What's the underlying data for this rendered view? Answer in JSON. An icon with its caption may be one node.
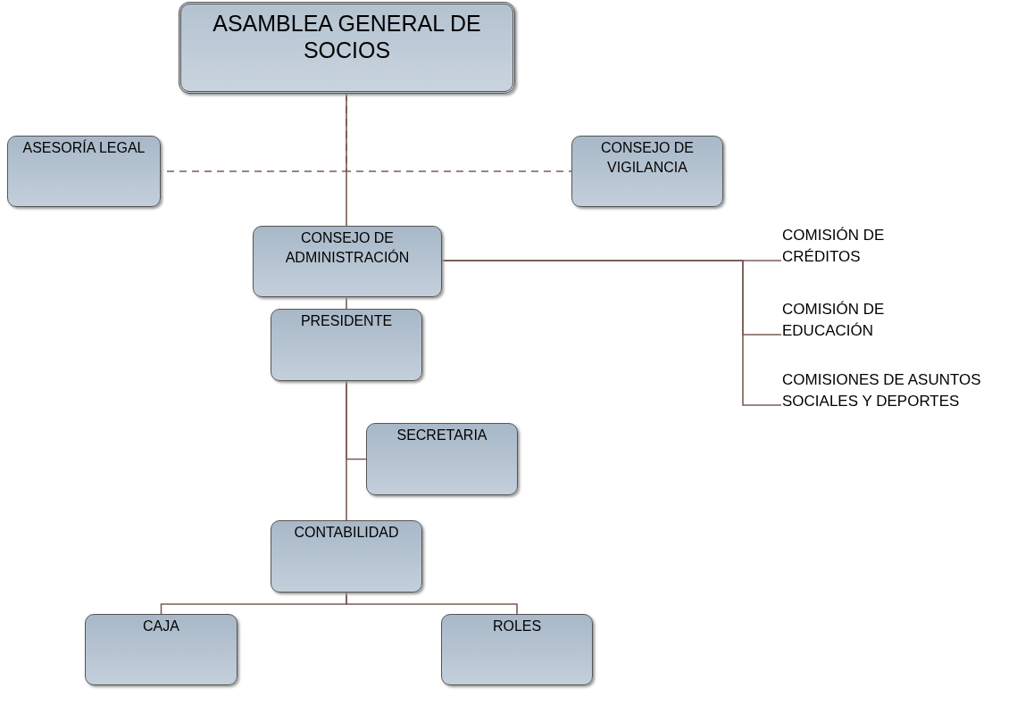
{
  "diagram": {
    "nodes": [
      {
        "text": [
          "ASAMBLEA GENERAL DE SOCIOS"
        ]
      },
      {
        "text": [
          "ASESORÍA LEGAL"
        ]
      },
      {
        "text": [
          "CONSEJO DE VIGILANCIA"
        ]
      },
      {
        "text": [
          "CONSEJO DE ADMINISTRACIÓN"
        ]
      },
      {
        "text": [
          "PRESIDENTE"
        ]
      },
      {
        "text": [
          "SECRETARIA"
        ]
      },
      {
        "text": [
          "CONTABILIDAD"
        ]
      },
      {
        "text": [
          "CAJA"
        ]
      },
      {
        "text": [
          "ROLES"
        ]
      },
      {
        "text": [
          "COMISIÓN DE CRÉDITOS"
        ]
      },
      {
        "text": [
          "COMISIÓN DE EDUCACIÓN"
        ]
      },
      {
        "text": [
          "COMISIONES DE ASUNTOS SOCIALES Y DEPORTES"
        ]
      }
    ],
    "edges": [
      {
        "from": 0,
        "to": 3,
        "arrow": "none"
      },
      {
        "from": 0,
        "to": 1,
        "arrow": "none",
        "style": "dashed"
      },
      {
        "from": 0,
        "to": 2,
        "arrow": "none",
        "style": "dashed"
      },
      {
        "from": 3,
        "to": 4,
        "arrow": "none"
      },
      {
        "from": 3,
        "to": 9,
        "arrow": "none"
      },
      {
        "from": 3,
        "to": 10,
        "arrow": "none"
      },
      {
        "from": 3,
        "to": 11,
        "arrow": "none"
      },
      {
        "from": 4,
        "to": 5,
        "arrow": "none"
      },
      {
        "from": 4,
        "to": 6,
        "arrow": "none"
      },
      {
        "from": 6,
        "to": 7,
        "arrow": "none"
      },
      {
        "from": 6,
        "to": 8,
        "arrow": "none"
      }
    ]
  }
}
